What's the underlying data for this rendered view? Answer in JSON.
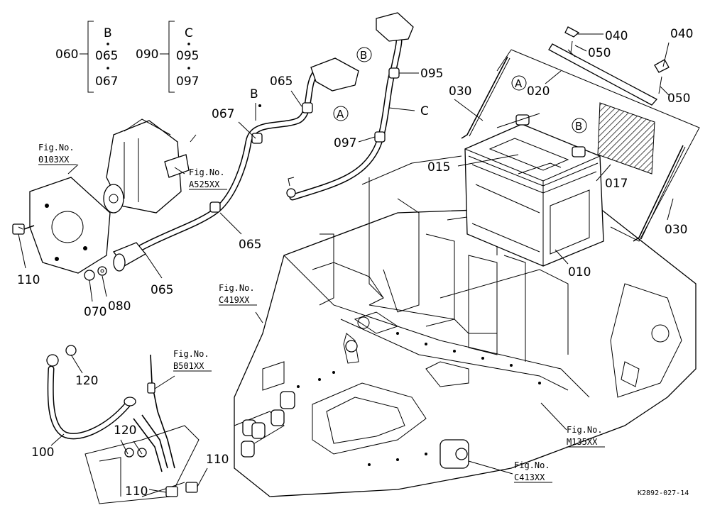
{
  "diagram_code": "K2892-027-14",
  "groups": [
    {
      "parent": "060",
      "ref": "B",
      "children": [
        "065",
        "067"
      ]
    },
    {
      "parent": "090",
      "ref": "C",
      "children": [
        "095",
        "097"
      ]
    }
  ],
  "cable_labels": {
    "b": "B",
    "c": "C"
  },
  "circle_refs": {
    "a": "A",
    "b": "B"
  },
  "part_labels": {
    "p015": "015",
    "p010": "010",
    "p017": "017",
    "p020": "020",
    "p030a": "030",
    "p030b": "030",
    "p040a": "040",
    "p040b": "040",
    "p050a": "050",
    "p050b": "050",
    "p065a": "065",
    "p065b": "065",
    "p065c": "065",
    "p067": "067",
    "p095": "095",
    "p097": "097",
    "p110a": "110",
    "p110b": "110",
    "p110c": "110",
    "p070": "070",
    "p080": "080",
    "p100": "100",
    "p120a": "120",
    "p120b": "120"
  },
  "fig_refs": [
    {
      "title": "Fig.No.",
      "code": "0103XX"
    },
    {
      "title": "Fig.No.",
      "code": "A525XX"
    },
    {
      "title": "Fig.No.",
      "code": "C419XX"
    },
    {
      "title": "Fig.No.",
      "code": "B501XX"
    },
    {
      "title": "Fig.No.",
      "code": "M135XX"
    },
    {
      "title": "Fig.No.",
      "code": "C413XX"
    }
  ]
}
